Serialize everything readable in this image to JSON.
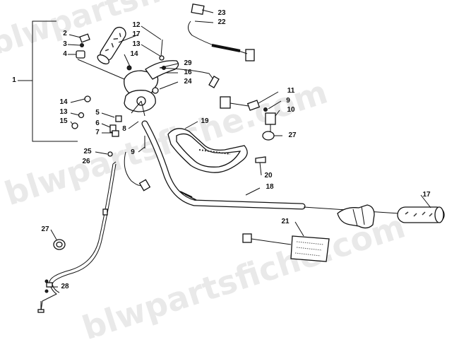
{
  "watermark": {
    "lines": [
      "blwpartsfiche.com",
      "blwpartsfiche.com",
      "blwpartsfiche.com"
    ]
  },
  "callouts": [
    {
      "id": "c1",
      "label": "1"
    },
    {
      "id": "c2",
      "label": "2"
    },
    {
      "id": "c3",
      "label": "3"
    },
    {
      "id": "c4",
      "label": "4"
    },
    {
      "id": "c5",
      "label": "5"
    },
    {
      "id": "c6",
      "label": "6"
    },
    {
      "id": "c7",
      "label": "7"
    },
    {
      "id": "c8",
      "label": "8"
    },
    {
      "id": "c9a",
      "label": "9"
    },
    {
      "id": "c9b",
      "label": "9"
    },
    {
      "id": "c10",
      "label": "10"
    },
    {
      "id": "c11",
      "label": "11"
    },
    {
      "id": "c12",
      "label": "12"
    },
    {
      "id": "c13a",
      "label": "13"
    },
    {
      "id": "c13b",
      "label": "13"
    },
    {
      "id": "c14a",
      "label": "14"
    },
    {
      "id": "c14b",
      "label": "14"
    },
    {
      "id": "c15",
      "label": "15"
    },
    {
      "id": "c16",
      "label": "16"
    },
    {
      "id": "c17a",
      "label": "17"
    },
    {
      "id": "c17b",
      "label": "17"
    },
    {
      "id": "c18",
      "label": "18"
    },
    {
      "id": "c19",
      "label": "19"
    },
    {
      "id": "c20",
      "label": "20"
    },
    {
      "id": "c21",
      "label": "21"
    },
    {
      "id": "c22",
      "label": "22"
    },
    {
      "id": "c23",
      "label": "23"
    },
    {
      "id": "c24",
      "label": "24"
    },
    {
      "id": "c25",
      "label": "25"
    },
    {
      "id": "c26",
      "label": "26"
    },
    {
      "id": "c27a",
      "label": "27"
    },
    {
      "id": "c27b",
      "label": "27"
    },
    {
      "id": "c28",
      "label": "28"
    },
    {
      "id": "c29",
      "label": "29"
    }
  ]
}
